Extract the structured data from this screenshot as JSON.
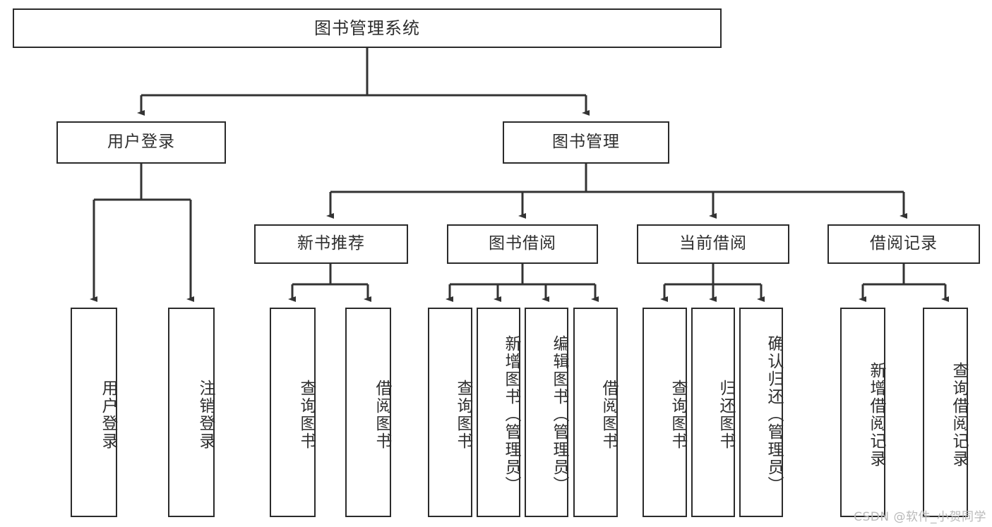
{
  "diagram": {
    "type": "tree-hierarchy",
    "title": "图书管理系统",
    "root": {
      "id": "root",
      "label": "图书管理系统",
      "orientation": "horizontal"
    },
    "level1": [
      {
        "id": "user-login",
        "label": "用户登录",
        "orientation": "horizontal"
      },
      {
        "id": "book-manage",
        "label": "图书管理",
        "orientation": "horizontal"
      }
    ],
    "level2": [
      {
        "id": "new-book-recommend",
        "label": "新书推荐",
        "orientation": "horizontal",
        "parent": "book-manage"
      },
      {
        "id": "book-borrow",
        "label": "图书借阅",
        "orientation": "horizontal",
        "parent": "book-manage"
      },
      {
        "id": "current-borrow",
        "label": "当前借阅",
        "orientation": "horizontal",
        "parent": "book-manage"
      },
      {
        "id": "borrow-record",
        "label": "借阅记录",
        "orientation": "horizontal",
        "parent": "book-manage"
      }
    ],
    "leaves": [
      {
        "id": "leaf-user-login",
        "label": "用户登录",
        "parent": "user-login",
        "orientation": "vertical"
      },
      {
        "id": "leaf-user-logout",
        "label": "注销登录",
        "parent": "user-login",
        "orientation": "vertical"
      },
      {
        "id": "leaf-query-book-1",
        "label": "查询图书",
        "parent": "new-book-recommend",
        "orientation": "vertical"
      },
      {
        "id": "leaf-borrow-book-1",
        "label": "借阅图书",
        "parent": "new-book-recommend",
        "orientation": "vertical"
      },
      {
        "id": "leaf-query-book-2",
        "label": "查询图书",
        "parent": "book-borrow",
        "orientation": "vertical"
      },
      {
        "id": "leaf-add-book",
        "label": "新增图书（管理员）",
        "parent": "book-borrow",
        "orientation": "vertical"
      },
      {
        "id": "leaf-edit-book",
        "label": "编辑图书（管理员）",
        "parent": "book-borrow",
        "orientation": "vertical"
      },
      {
        "id": "leaf-borrow-book-2",
        "label": "借阅图书",
        "parent": "book-borrow",
        "orientation": "vertical"
      },
      {
        "id": "leaf-query-book-3",
        "label": "查询图书",
        "parent": "current-borrow",
        "orientation": "vertical"
      },
      {
        "id": "leaf-return-book",
        "label": "归还图书",
        "parent": "current-borrow",
        "orientation": "vertical"
      },
      {
        "id": "leaf-confirm-return",
        "label": "确认归还（管理员）",
        "parent": "current-borrow",
        "orientation": "vertical"
      },
      {
        "id": "leaf-add-record",
        "label": "新增借阅记录",
        "parent": "borrow-record",
        "orientation": "vertical"
      },
      {
        "id": "leaf-query-record",
        "label": "查询借阅记录",
        "parent": "borrow-record",
        "orientation": "vertical"
      }
    ],
    "colors": {
      "box_border": "#2b2b2b",
      "box_fill": "#ffffff",
      "text": "#2e2e2e",
      "connector": "#333333",
      "background": "#ffffff",
      "watermark": "#b9b9b9"
    }
  },
  "watermark": {
    "text": "CSDN @软件_小贺同学"
  }
}
